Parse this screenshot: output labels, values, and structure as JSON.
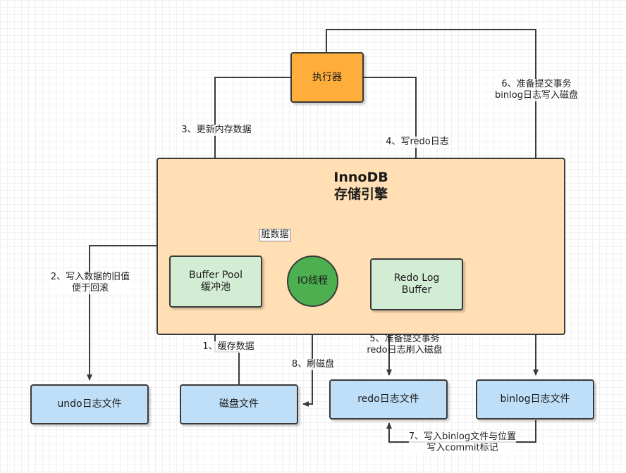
{
  "executor": {
    "label": "执行器"
  },
  "innodb": {
    "title_line1": "InnoDB",
    "title_line2": "存储引擎"
  },
  "buffer_pool": {
    "line1": "Buffer Pool",
    "line2": "缓冲池"
  },
  "io_thread": {
    "label": "IO线程"
  },
  "redo_log_buffer": {
    "line1": "Redo Log",
    "line2": "Buffer"
  },
  "undo_file": {
    "label": "undo日志文件"
  },
  "disk_file": {
    "label": "磁盘文件"
  },
  "redo_file": {
    "label": "redo日志文件"
  },
  "binlog_file": {
    "label": "binlog日志文件"
  },
  "edges": {
    "step1": "1、缓存数据",
    "step2_line1": "2、写入数据的旧值",
    "step2_line2": "便于回滚",
    "step3": "3、更新内存数据",
    "step4": "4、写redo日志",
    "step5_line1": "5、准备提交事务",
    "step5_line2": "redo日志刷入磁盘",
    "step6_line1": "6、准备提交事务",
    "step6_line2": "binlog日志写入磁盘",
    "step7_line1": "7、写入binlog文件与位置",
    "step7_line2": "写入commit标记",
    "step8": "8、刷磁盘",
    "dirty_data": "脏数据"
  },
  "colors": {
    "executor_fill": "#ffad3b",
    "innodb_fill": "#ffdfb3",
    "green_box_fill": "#d3ecd4",
    "io_thread_fill": "#4caf50",
    "file_fill": "#bfdff8",
    "stroke": "#3a3a3a"
  }
}
